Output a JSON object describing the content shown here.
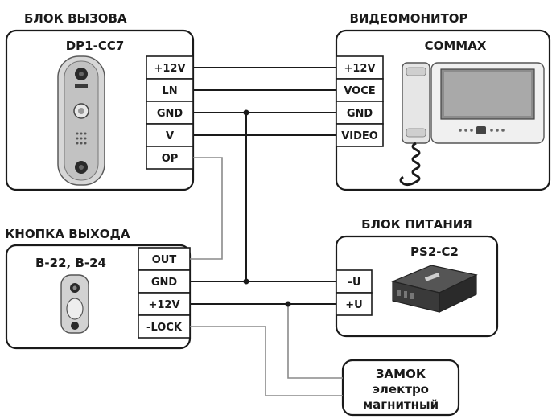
{
  "call_block": {
    "section_label": "БЛОК ВЫЗОВА",
    "model": "DP1-CC7",
    "terminals": [
      "+12V",
      "LN",
      "GND",
      "V",
      "OP"
    ]
  },
  "monitor": {
    "section_label": "ВИДЕОМОНИТОР",
    "model": "COMMAX",
    "terminals": [
      "+12V",
      "VOCE",
      "GND",
      "VIDEO"
    ]
  },
  "exit_button": {
    "section_label": "КНОПКА ВЫХОДА",
    "model": "B-22, B-24",
    "terminals": [
      "OUT",
      "GND",
      "+12V",
      "-LOCK"
    ]
  },
  "power_supply": {
    "section_label": "БЛОК ПИТАНИЯ",
    "model": "PS2-C2",
    "terminals": [
      "–U",
      "+U"
    ]
  },
  "lock": {
    "lines": [
      "ЗАМОК",
      "электро",
      "магнитный"
    ]
  }
}
